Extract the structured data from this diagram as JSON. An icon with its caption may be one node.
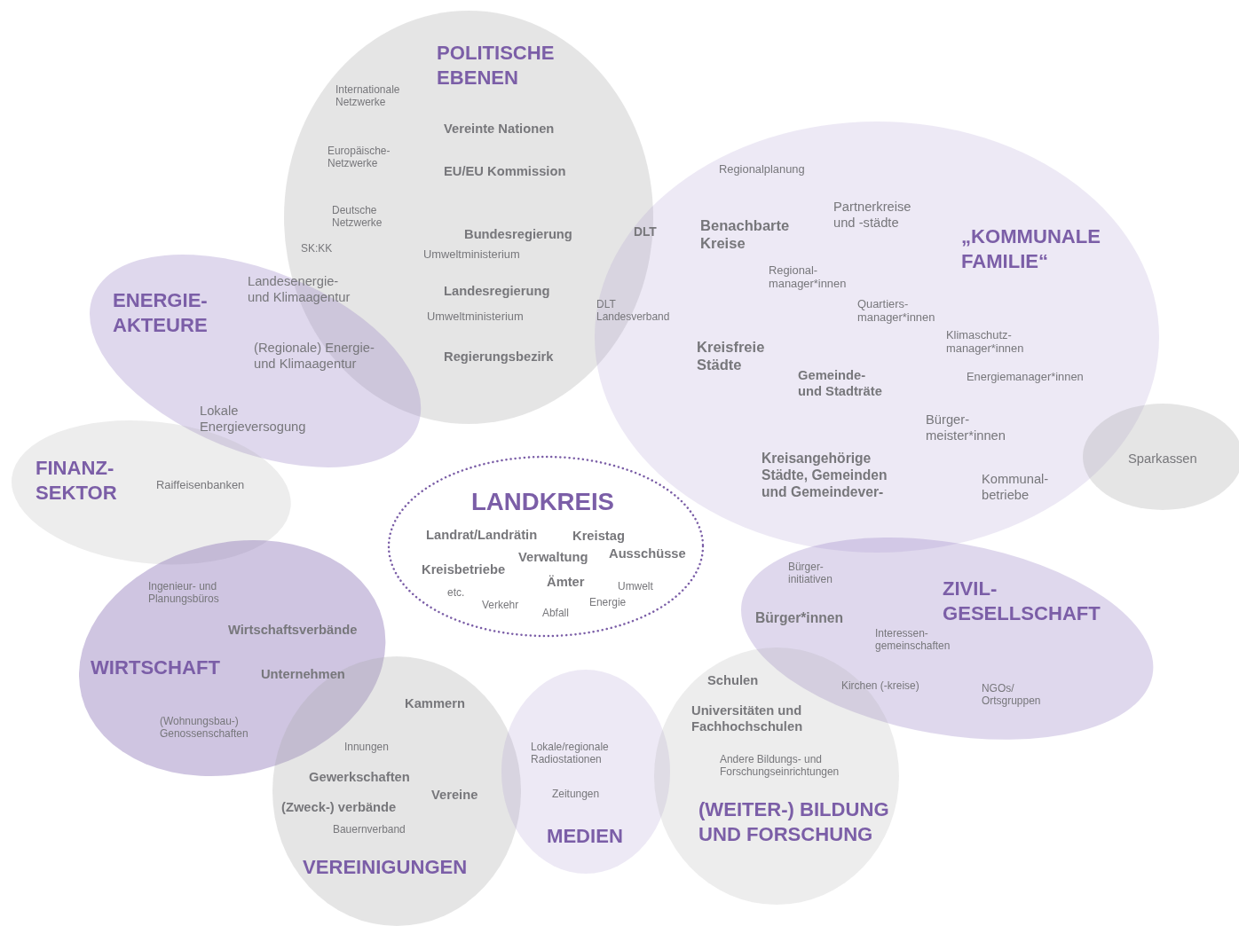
{
  "diagram": {
    "nodes": [
      {
        "text": [
          "POLITISCHE EBENEN",
          "Internationale Netzwerke",
          "Vereinte Nationen",
          "Europäische- Netzwerke",
          "EU/EU Kommission",
          "Deutsche Netzwerke",
          "Bundesregierung",
          "SK:KK",
          "Umweltministerium",
          "Landesregierung",
          "Umweltministerium",
          "Regierungsbezirk"
        ]
      },
      {
        "text": [
          "„KOMMUNALE FAMILIE“",
          "Regionalplanung",
          "Partnerkreise und -städte",
          "Benachbarte Kreise",
          "Regional- manager*innen",
          "Quartiers- manager*innen",
          "Klimaschutz- manager*innen",
          "Kreisfreie Städte",
          "Gemeinde- und Stadträte",
          "Energiemanager*innen",
          "Bürger- meister*innen",
          "Kreisangehörige Städte, Gemeinden und Gemeindever-",
          "Kommunal- betriebe"
        ]
      },
      {
        "text": [
          "ENERGIE- AKTEURE",
          "Landesenergie- und Klimaagentur",
          "(Regionale) Energie- und Klimaagentur",
          "Lokale Energieversogung"
        ]
      },
      {
        "text": [
          "Sparkassen"
        ]
      },
      {
        "text": [
          "FINANZ- SEKTOR",
          "Raiffeisenbanken"
        ]
      },
      {
        "text": [
          "LANDKREIS",
          "Landrat/Landrätin",
          "Kreistag",
          "Verwaltung",
          "Ausschüsse",
          "Kreisbetriebe",
          "Ämter",
          "Umwelt",
          "etc.",
          "Energie",
          "Verkehr",
          "Abfall"
        ]
      },
      {
        "text": [
          "ZIVIL- GESELLSCHAFT",
          "Bürger- initiativen",
          "Bürger*innen",
          "Interessen- gemeinschaften",
          "Kirchen (-kreise)",
          "NGOs/ Ortsgruppen"
        ]
      },
      {
        "text": [
          "Ingenieur- und Planungsbüros",
          "Wirtschaftsverbände",
          "WIRTSCHAFT",
          "Unternehmen",
          "(Wohnungsbau-) Genossenschaften"
        ]
      },
      {
        "text": [
          "Kammern",
          "Innungen",
          "Gewerkschaften",
          "Vereine",
          "(Zweck-) verbände",
          "Bauernverband",
          "VEREINIGUNGEN"
        ]
      },
      {
        "text": [
          "Lokale/regionale Radiostationen",
          "Zeitungen",
          "MEDIEN"
        ]
      },
      {
        "text": [
          "Schulen",
          "Universitäten und Fachhochschulen",
          "Andere Bildungs- und Forschungseinrichtungen",
          "(WEITER-) BILDUNG UND FORSCHUNG"
        ]
      }
    ],
    "edges": [],
    "labels": [
      "DLT",
      "DLT Landesverband"
    ]
  }
}
